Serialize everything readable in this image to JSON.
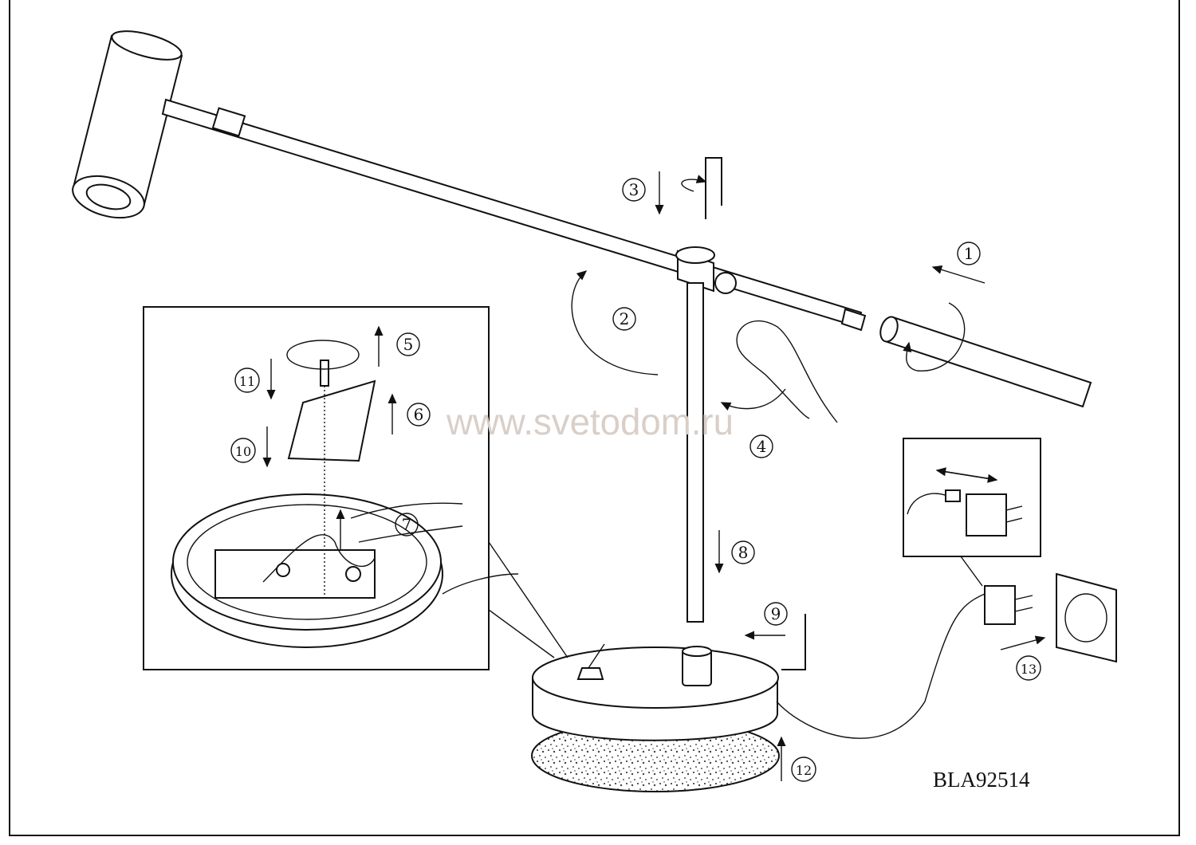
{
  "watermark": "www.svetodom.ru",
  "model_code": "BLA92514",
  "steps": [
    {
      "label": "1"
    },
    {
      "label": "2"
    },
    {
      "label": "3"
    },
    {
      "label": "4"
    },
    {
      "label": "5"
    },
    {
      "label": "6"
    },
    {
      "label": "7"
    },
    {
      "label": "8"
    },
    {
      "label": "9"
    },
    {
      "label": "10"
    },
    {
      "label": "11"
    },
    {
      "label": "12"
    },
    {
      "label": "13"
    }
  ]
}
